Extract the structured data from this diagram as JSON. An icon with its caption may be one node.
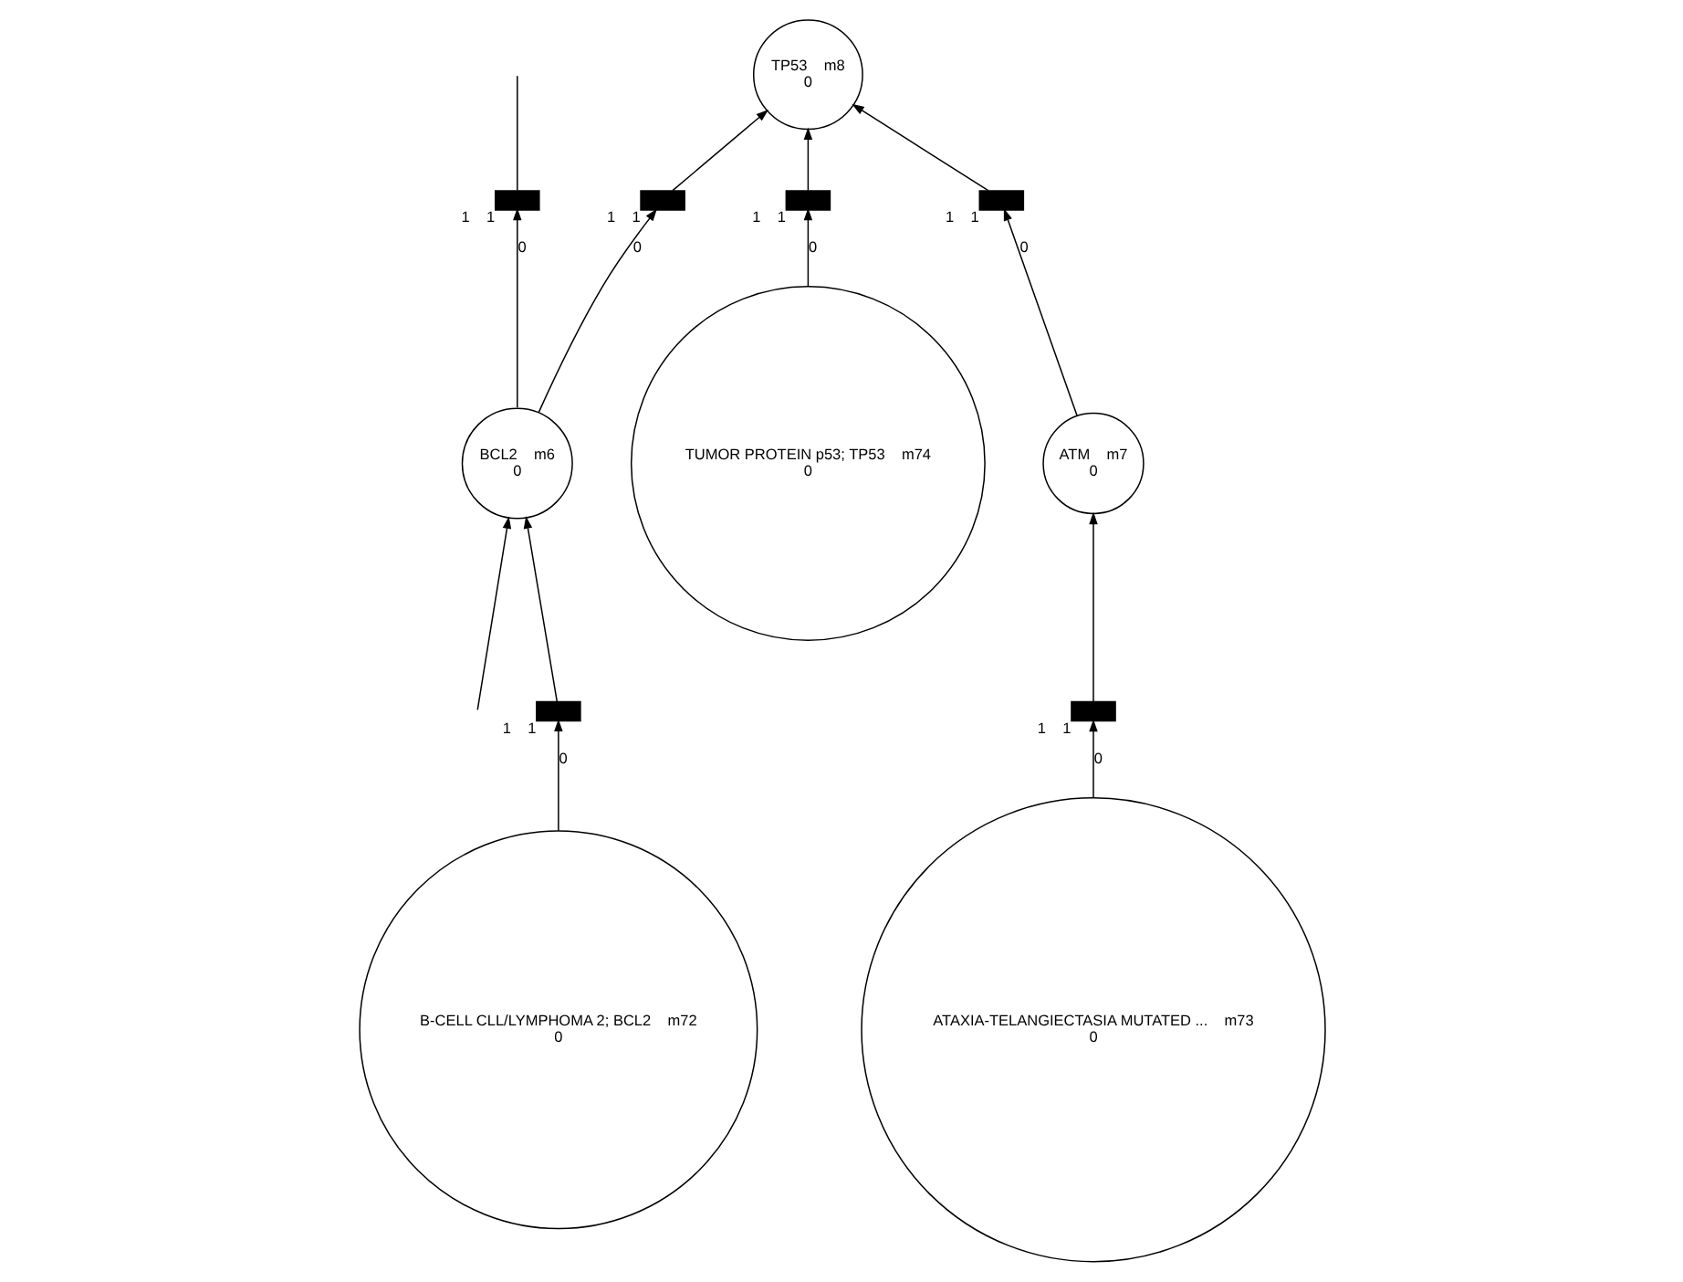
{
  "diagram": {
    "nodes": [
      {
        "text": [
          "TP53",
          "m8",
          "0"
        ]
      },
      {
        "text": [
          "BCL2",
          "m6",
          "0"
        ]
      },
      {
        "text": [],
        "shape": "bar",
        "beside": [
          "1",
          "1"
        ]
      },
      {
        "text": [],
        "shape": "bar",
        "beside": [
          "1",
          "1"
        ]
      },
      {
        "text": [],
        "shape": "bar",
        "beside": [
          "1",
          "1"
        ]
      },
      {
        "text": [],
        "shape": "bar",
        "beside": [
          "1",
          "1"
        ]
      },
      {
        "text": [
          "ATM",
          "m7",
          "0"
        ]
      },
      {
        "text": [],
        "shape": "bar",
        "beside": [
          "1",
          "1"
        ]
      },
      {
        "text": [
          "TUMOR PROTEIN p53; TP53",
          "m74",
          "0"
        ]
      },
      {
        "text": [
          "B-CELL CLL/LYMPHOMA 2; BCL2",
          "m72",
          "0"
        ]
      },
      {
        "text": [],
        "shape": "bar",
        "beside": [
          "1",
          "1"
        ]
      },
      {
        "text": [
          "ATAXIA-TELANGIECTASIA MUTATED ...",
          "m73",
          "0"
        ]
      }
    ],
    "edges": [
      {
        "from": 3,
        "to": 0,
        "arrow": "to"
      },
      {
        "from": 7,
        "to": 0,
        "arrow": "to"
      },
      {
        "from": 2,
        "to": 0,
        "arrow": "to"
      },
      {
        "from": 1,
        "to": 2,
        "arrow": "to",
        "label": "0"
      },
      {
        "from": 1,
        "to": 4,
        "arrow": "to",
        "label": "0"
      },
      {
        "from": 5,
        "to": 1,
        "arrow": "to"
      },
      {
        "from": null,
        "to": 1,
        "arrow": "to"
      },
      {
        "from": 4,
        "to": null,
        "arrow": "none"
      },
      {
        "from": 8,
        "to": 3,
        "arrow": "to",
        "label": "0"
      },
      {
        "from": 6,
        "to": 7,
        "arrow": "to",
        "label": "0"
      },
      {
        "from": 10,
        "to": 6,
        "arrow": "to"
      },
      {
        "from": 11,
        "to": 10,
        "arrow": "to",
        "label": "0"
      },
      {
        "from": 9,
        "to": 5,
        "arrow": "to",
        "label": "0"
      }
    ]
  }
}
